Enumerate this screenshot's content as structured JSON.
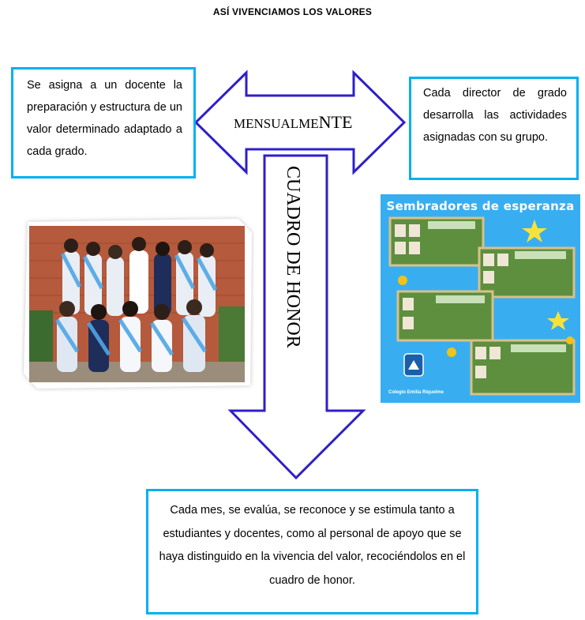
{
  "title": "ASÍ VIVENCIAMOS LOS VALORES",
  "box_left": "Se asigna a un docente la preparación y estructura de un valor determinado adaptado a cada grado.",
  "box_right": "Cada director de grado desarrolla las actividades asignadas con su grupo.",
  "box_bottom": "Cada mes, se evalúa, se reconoce y se estimula tanto a estudiantes y docentes, como al personal de apoyo que se haya distinguido en la vivencia del valor, recociéndolos en el cuadro de honor.",
  "arrow_horizontal_label_small": "MENSUALME",
  "arrow_horizontal_label_big": "NTE",
  "arrow_vertical_label": "CUADRO DE HONOR",
  "collage": {
    "title": "Sembradores de esperanza",
    "logo_text": "Colegio Emilia Riquelme"
  },
  "colors": {
    "box_border": "#00b0f0",
    "arrow_stroke": "#2e1fc9",
    "collage_bg": "#38aef0"
  }
}
